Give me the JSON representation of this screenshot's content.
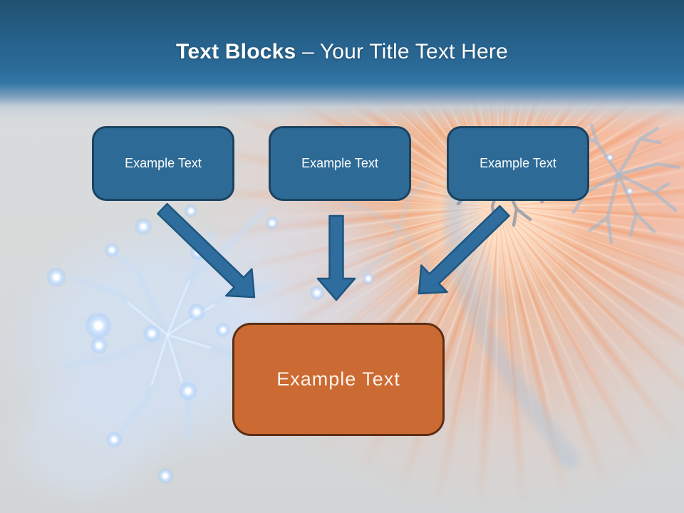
{
  "slide": {
    "header": {
      "title_bold": "Text Blocks",
      "title_rest": "– Your Title Text Here"
    },
    "source_boxes": [
      {
        "label": "Example Text"
      },
      {
        "label": "Example Text"
      },
      {
        "label": "Example Text"
      }
    ],
    "target_box": {
      "label": "Example Text"
    },
    "colors": {
      "header_top": "#21516f",
      "header_mid": "#2d6c9a",
      "block_fill": "#2d6a96",
      "block_border": "#1b4360",
      "arrow_fill": "#2e6d9d",
      "arrow_border": "#1e567f",
      "target_fill": "#cc6a33",
      "target_border": "#5b2f15",
      "title_text": "#ffffff",
      "background": "#d7d9da",
      "starburst": "#f4ac8c",
      "neuron_glow": "#cde4ff"
    }
  }
}
